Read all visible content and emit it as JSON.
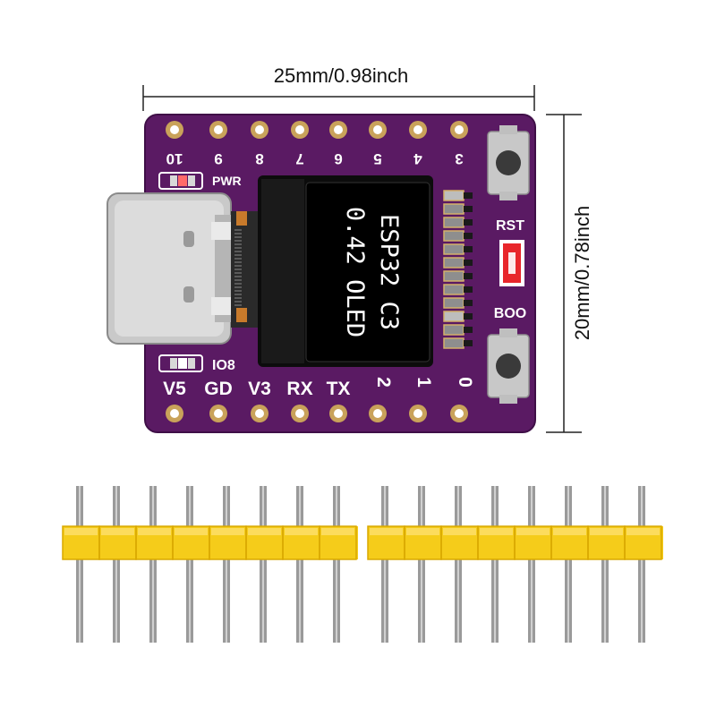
{
  "dimensions": {
    "width_label": "25mm/0.98inch",
    "height_label": "20mm/0.78inch"
  },
  "board": {
    "top_pins": [
      "10",
      "9",
      "8",
      "7",
      "6",
      "5",
      "4",
      "3"
    ],
    "bottom_pins": [
      "V5",
      "GD",
      "V3",
      "RX",
      "TX",
      "2",
      "1",
      "0"
    ],
    "labels": {
      "pwr": "PWR",
      "io8": "IO8",
      "rst": "RST",
      "boot": "BOO"
    },
    "oled": {
      "line1": "ESP32 C3",
      "line2": "0.42 OLED"
    },
    "colors": {
      "pcb": "#5a1a63",
      "silkscreen": "#ffffff",
      "pad_gold": "#c9a25a"
    }
  },
  "headers": {
    "strips": 2,
    "pins_per_strip": 8,
    "colors": {
      "plastic": "#f5cc1a",
      "pin": "#9a9a9a"
    }
  }
}
